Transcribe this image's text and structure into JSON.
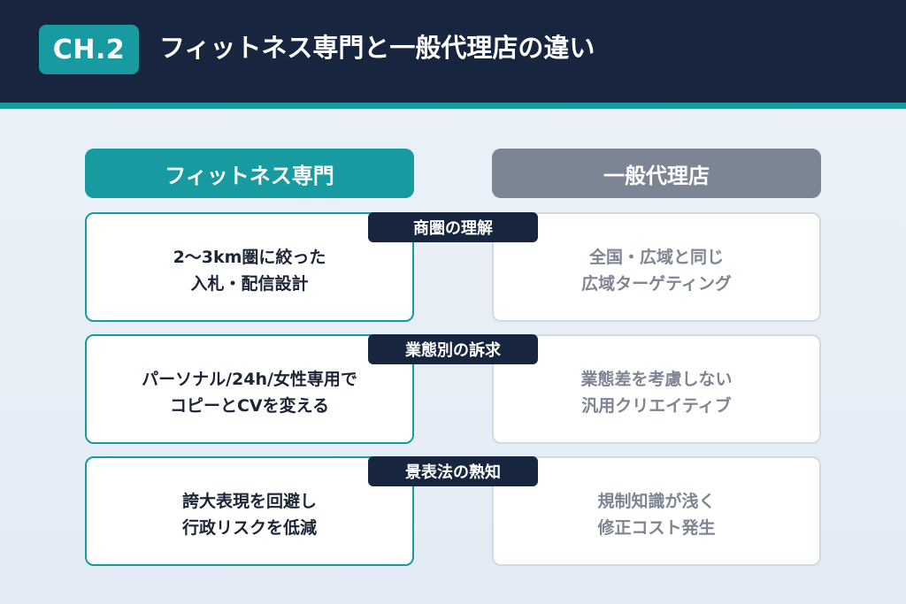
{
  "header": {
    "badge": "CH.2",
    "title": "フィットネス専門と一般代理店の違い"
  },
  "columns": {
    "left": "フィットネス専門",
    "right": "一般代理店"
  },
  "rows": [
    {
      "label": "商圏の理解",
      "left": [
        "2〜3km圏に絞った",
        "入札・配信設計"
      ],
      "right": [
        "全国・広域と同じ",
        "広域ターゲティング"
      ]
    },
    {
      "label": "業態別の訴求",
      "left": [
        "パーソナル/24h/女性専用で",
        "コピーとCVを変える"
      ],
      "right": [
        "業態差を考慮しない",
        "汎用クリエイティブ"
      ]
    },
    {
      "label": "景表法の熟知",
      "left": [
        "誇大表現を回避し",
        "行政リスクを低減"
      ],
      "right": [
        "規制知識が浅く",
        "修正コスト発生"
      ]
    }
  ],
  "colors": {
    "navy": "#17253f",
    "teal": "#179aa0",
    "gray": "#7b8594"
  }
}
